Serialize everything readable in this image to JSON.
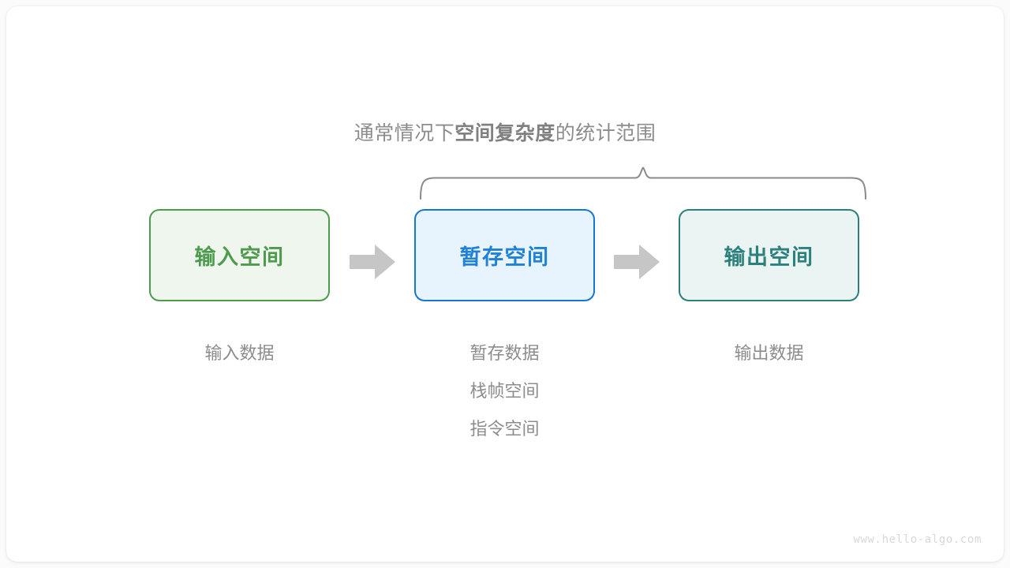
{
  "page": {
    "background_color": "#fbfbfb",
    "card_color": "#ffffff",
    "watermark": "www.hello-algo.com"
  },
  "caption": {
    "prefix": "通常情况下",
    "emphasis": "空间复杂度",
    "suffix": "的统计范围",
    "color": "#8c8c8c"
  },
  "brace": {
    "name": "curly-brace-spanning-temp-and-output",
    "color": "#8a8a8a"
  },
  "boxes": [
    {
      "id": "input",
      "label": "输入空间",
      "border_color": "#4e9b4e",
      "fill_color": "#eef6ee",
      "text_color": "#4e9b4e",
      "sublabels": [
        "输入数据"
      ]
    },
    {
      "id": "temp",
      "label": "暂存空间",
      "border_color": "#1477d1",
      "fill_color": "#e8f4fd",
      "text_color": "#2081d6",
      "sublabels": [
        "暂存数据",
        "栈帧空间",
        "指令空间"
      ]
    },
    {
      "id": "output",
      "label": "输出空间",
      "border_color": "#2d7f7b",
      "fill_color": "#eaf4f2",
      "text_color": "#2d807c",
      "sublabels": [
        "输出数据"
      ]
    }
  ],
  "arrows": [
    {
      "id": "arrow-input-to-temp",
      "color": "#c6c6c6"
    },
    {
      "id": "arrow-temp-to-output",
      "color": "#c6c6c6"
    }
  ]
}
